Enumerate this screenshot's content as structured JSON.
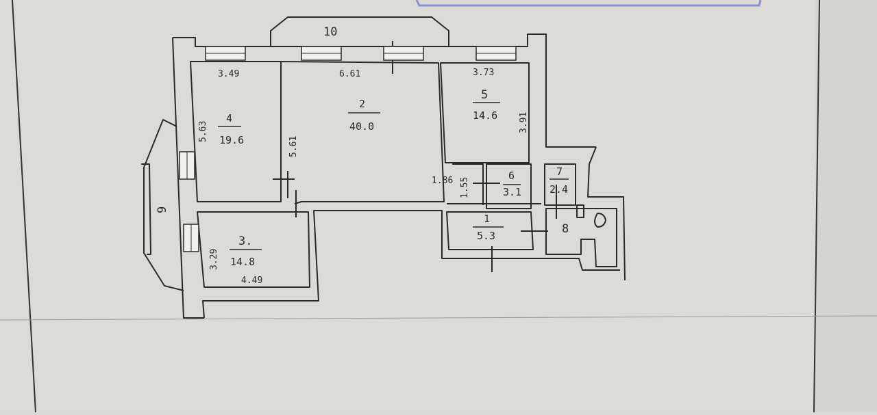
{
  "plan": {
    "balcony_label": "10",
    "bay_label": "9",
    "rooms": [
      {
        "id": "1",
        "area": "5.3"
      },
      {
        "id": "2",
        "area": "40.0"
      },
      {
        "id": "3.",
        "area": "14.8"
      },
      {
        "id": "4",
        "area": "19.6"
      },
      {
        "id": "5",
        "area": "14.6"
      },
      {
        "id": "6",
        "area": "3.1"
      },
      {
        "id": "7",
        "area": "2.4"
      },
      {
        "id": "8",
        "area": ""
      }
    ],
    "dimensions": {
      "room4_width": "3.49",
      "room4_height": "5.63",
      "room2_width": "6.61",
      "room2_height": "5.61",
      "room5_width": "3.73",
      "room5_height": "3.91",
      "corridor_width": "1.86",
      "corridor_height": "1.55",
      "room3_width": "4.49",
      "room3_height": "3.29"
    }
  }
}
